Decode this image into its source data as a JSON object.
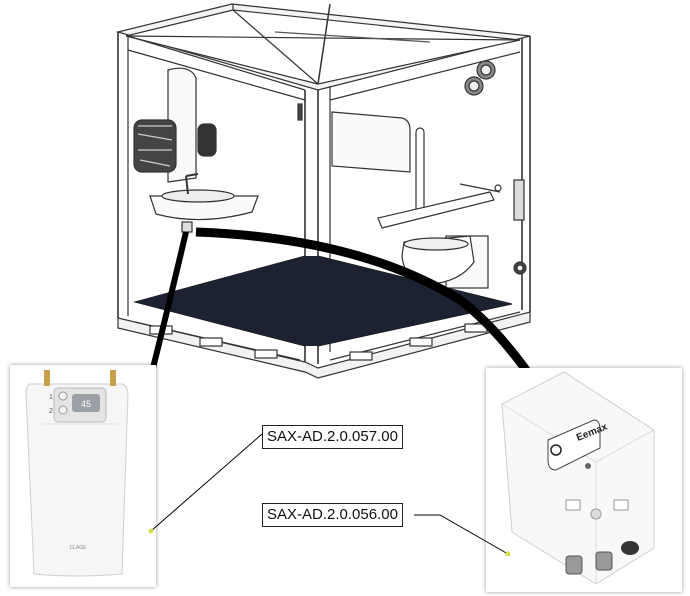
{
  "callouts": {
    "heater_left": {
      "label": "SAX-AD.2.0.057.00"
    },
    "heater_right": {
      "label": "SAX-AD.2.0.056.00"
    }
  },
  "left_heater": {
    "display_value": "45",
    "button_1": "1",
    "button_2": "2",
    "brand": "CLAGE"
  },
  "right_heater": {
    "brand": "Eemax"
  },
  "colors": {
    "floor": "#1c2232",
    "dot": "#d8e04a",
    "line": "#000000"
  }
}
